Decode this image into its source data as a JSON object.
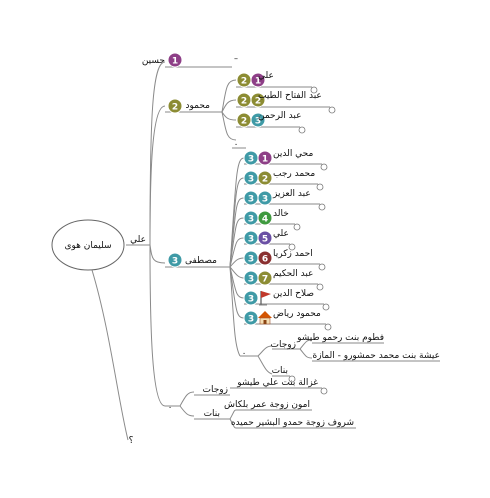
{
  "colors": {
    "purple": "#8e3f87",
    "olive": "#8c8c33",
    "teal": "#3f9aa6",
    "green": "#3f9a3f",
    "violet": "#6a4fa4",
    "maroon": "#8a2f2f",
    "line": "#8a8a8a"
  },
  "root": {
    "label": "سليمان هوى"
  },
  "ali": {
    "label": "علي"
  },
  "hussein": {
    "label": "حسين",
    "badge": "1",
    "note": "–"
  },
  "mahmoud": {
    "label": "محمود",
    "badge": "2",
    "children": [
      {
        "label": "علي",
        "badges": [
          "2",
          "1"
        ]
      },
      {
        "label": "عبد الفتاح الطيب",
        "badges": [
          "2",
          "2"
        ]
      },
      {
        "label": "عبد الرحمن",
        "badges": [
          "2",
          "3"
        ]
      }
    ],
    "dot": "."
  },
  "mustafa": {
    "label": "مصطفى",
    "badge": "3",
    "children": [
      {
        "label": "محي الدين",
        "badges": [
          "3",
          "1"
        ]
      },
      {
        "label": "محمد رجب",
        "badges": [
          "3",
          "2"
        ]
      },
      {
        "label": "عبد العزيز",
        "badges": [
          "3",
          "3"
        ]
      },
      {
        "label": "خالد",
        "badges": [
          "3",
          "4"
        ]
      },
      {
        "label": "علي",
        "badges": [
          "3",
          "5"
        ]
      },
      {
        "label": "احمد زكريا",
        "badges": [
          "3",
          "6"
        ]
      },
      {
        "label": "عبد الحكيم",
        "badges": [
          "3",
          "7"
        ]
      },
      {
        "label": "صلاح الدين",
        "badges": [
          "3"
        ],
        "icon": "flag-icon"
      },
      {
        "label": "محمود رياض",
        "badges": [
          "3"
        ],
        "icon": "house-icon"
      }
    ],
    "dot": ".",
    "wives_label": "زوجات",
    "wives": [
      "فطوم بنت رحمو طيشو",
      "عيشة بنت محمد حمشورو - المازة"
    ],
    "daughters_label": "بنات"
  },
  "ali_dot": ".",
  "ali_wives_label": "زوجات",
  "ali_wife": "غزالة بنت علي طيشو",
  "ali_daughters_label": "بنات",
  "ali_daughters": [
    "امون زوجة عمر بلكاش",
    "شروف زوجة حمدو البشير حميده"
  ],
  "bottom_label": "؟"
}
